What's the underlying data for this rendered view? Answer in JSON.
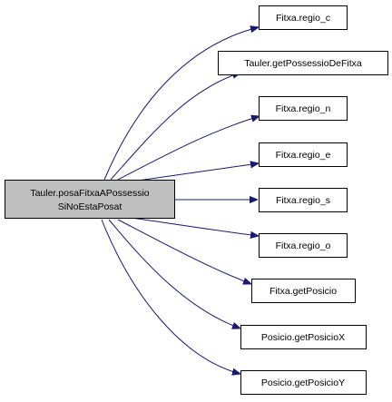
{
  "graph": {
    "root": {
      "line1": "Tauler.posaFitxaAPossessio",
      "line2": "SiNoEstaPosat"
    },
    "callees": [
      "Fitxa.regio_c",
      "Tauler.getPossessioDeFitxa",
      "Fitxa.regio_n",
      "Fitxa.regio_e",
      "Fitxa.regio_s",
      "Fitxa.regio_o",
      "Fitxa.getPosicio",
      "Posicio.getPosicioX",
      "Posicio.getPosicioY"
    ]
  },
  "colors": {
    "edge": "#191970",
    "root_fill": "#bfbfbf",
    "node_fill": "#ffffff",
    "border": "#000000"
  }
}
